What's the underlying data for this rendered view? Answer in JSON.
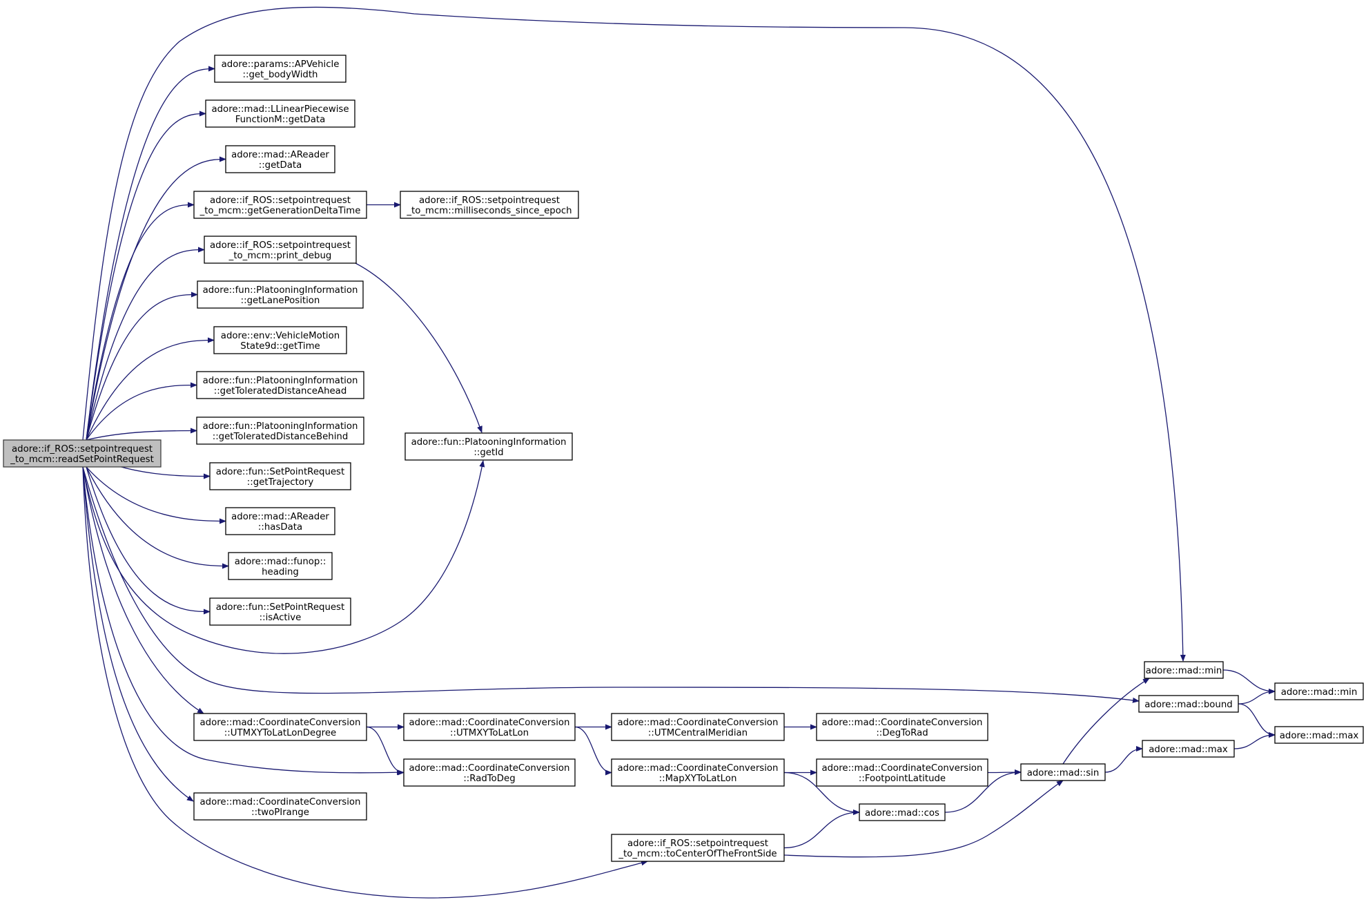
{
  "graph": {
    "type": "call-graph",
    "colors": {
      "edge": "#191970",
      "root_fill": "#bfbfbf",
      "node_fill": "#ffffff",
      "node_border": "#000000"
    },
    "nodes": [
      {
        "id": "root",
        "lines": [
          "adore::if_ROS::setpointrequest",
          "_to_mcm::readSetPointRequest"
        ],
        "root": true
      },
      {
        "id": "bodywidth",
        "lines": [
          "adore::params::APVehicle",
          "::get_bodyWidth"
        ]
      },
      {
        "id": "lpf_getdata",
        "lines": [
          "adore::mad::LLinearPiecewise",
          "FunctionM::getData"
        ]
      },
      {
        "id": "areader_getdata",
        "lines": [
          "adore::mad::AReader",
          "::getData"
        ]
      },
      {
        "id": "gendelta",
        "lines": [
          "adore::if_ROS::setpointrequest",
          "_to_mcm::getGenerationDeltaTime"
        ]
      },
      {
        "id": "millis",
        "lines": [
          "adore::if_ROS::setpointrequest",
          "_to_mcm::milliseconds_since_epoch"
        ]
      },
      {
        "id": "printdebug",
        "lines": [
          "adore::if_ROS::setpointrequest",
          "_to_mcm::print_debug"
        ]
      },
      {
        "id": "lanepos",
        "lines": [
          "adore::fun::PlatooningInformation",
          "::getLanePosition"
        ]
      },
      {
        "id": "gettime",
        "lines": [
          "adore::env::VehicleMotion",
          "State9d::getTime"
        ]
      },
      {
        "id": "tolahead",
        "lines": [
          "adore::fun::PlatooningInformation",
          "::getToleratedDistanceAhead"
        ]
      },
      {
        "id": "tolbehind",
        "lines": [
          "adore::fun::PlatooningInformation",
          "::getToleratedDistanceBehind"
        ]
      },
      {
        "id": "getid",
        "lines": [
          "adore::fun::PlatooningInformation",
          "::getId"
        ]
      },
      {
        "id": "gettraj",
        "lines": [
          "adore::fun::SetPointRequest",
          "::getTrajectory"
        ]
      },
      {
        "id": "hasdata",
        "lines": [
          "adore::mad::AReader",
          "::hasData"
        ]
      },
      {
        "id": "heading",
        "lines": [
          "adore::mad::funop::",
          "heading"
        ]
      },
      {
        "id": "isactive",
        "lines": [
          "adore::fun::SetPointRequest",
          "::isActive"
        ]
      },
      {
        "id": "min1",
        "lines": [
          "adore::mad::min"
        ]
      },
      {
        "id": "min2",
        "lines": [
          "adore::mad::min"
        ]
      },
      {
        "id": "bound",
        "lines": [
          "adore::mad::bound"
        ]
      },
      {
        "id": "max1",
        "lines": [
          "adore::mad::max"
        ]
      },
      {
        "id": "max2",
        "lines": [
          "adore::mad::max"
        ]
      },
      {
        "id": "utmxylatlondeg",
        "lines": [
          "adore::mad::CoordinateConversion",
          "::UTMXYToLatLonDegree"
        ]
      },
      {
        "id": "utmxylatlon",
        "lines": [
          "adore::mad::CoordinateConversion",
          "::UTMXYToLatLon"
        ]
      },
      {
        "id": "utmcm",
        "lines": [
          "adore::mad::CoordinateConversion",
          "::UTMCentralMeridian"
        ]
      },
      {
        "id": "degtorad",
        "lines": [
          "adore::mad::CoordinateConversion",
          "::DegToRad"
        ]
      },
      {
        "id": "radtodeg",
        "lines": [
          "adore::mad::CoordinateConversion",
          "::RadToDeg"
        ]
      },
      {
        "id": "mapxy",
        "lines": [
          "adore::mad::CoordinateConversion",
          "::MapXYToLatLon"
        ]
      },
      {
        "id": "footpoint",
        "lines": [
          "adore::mad::CoordinateConversion",
          "::FootpointLatitude"
        ]
      },
      {
        "id": "sin",
        "lines": [
          "adore::mad::sin"
        ]
      },
      {
        "id": "cos",
        "lines": [
          "adore::mad::cos"
        ]
      },
      {
        "id": "twopi",
        "lines": [
          "adore::mad::CoordinateConversion",
          "::twoPIrange"
        ]
      },
      {
        "id": "tocenter",
        "lines": [
          "adore::if_ROS::setpointrequest",
          "_to_mcm::toCenterOfTheFrontSide"
        ]
      }
    ],
    "edges": [
      [
        "root",
        "min1"
      ],
      [
        "root",
        "bodywidth"
      ],
      [
        "root",
        "lpf_getdata"
      ],
      [
        "root",
        "areader_getdata"
      ],
      [
        "root",
        "gendelta"
      ],
      [
        "gendelta",
        "millis"
      ],
      [
        "root",
        "printdebug"
      ],
      [
        "printdebug",
        "getid"
      ],
      [
        "root",
        "lanepos"
      ],
      [
        "root",
        "gettime"
      ],
      [
        "root",
        "tolahead"
      ],
      [
        "root",
        "tolbehind"
      ],
      [
        "root",
        "getid"
      ],
      [
        "root",
        "gettraj"
      ],
      [
        "root",
        "hasdata"
      ],
      [
        "root",
        "heading"
      ],
      [
        "root",
        "isactive"
      ],
      [
        "root",
        "bound"
      ],
      [
        "bound",
        "min2"
      ],
      [
        "bound",
        "max2"
      ],
      [
        "min1",
        "min2"
      ],
      [
        "root",
        "utmxylatlondeg"
      ],
      [
        "utmxylatlondeg",
        "utmxylatlon"
      ],
      [
        "utmxylatlondeg",
        "radtodeg"
      ],
      [
        "utmxylatlon",
        "utmcm"
      ],
      [
        "utmcm",
        "degtorad"
      ],
      [
        "utmxylatlon",
        "mapxy"
      ],
      [
        "mapxy",
        "footpoint"
      ],
      [
        "mapxy",
        "cos"
      ],
      [
        "footpoint",
        "sin"
      ],
      [
        "cos",
        "sin"
      ],
      [
        "sin",
        "min1"
      ],
      [
        "sin",
        "max1"
      ],
      [
        "max1",
        "max2"
      ],
      [
        "root",
        "radtodeg"
      ],
      [
        "root",
        "twopi"
      ],
      [
        "root",
        "tocenter"
      ],
      [
        "tocenter",
        "cos"
      ],
      [
        "tocenter",
        "sin"
      ]
    ]
  }
}
